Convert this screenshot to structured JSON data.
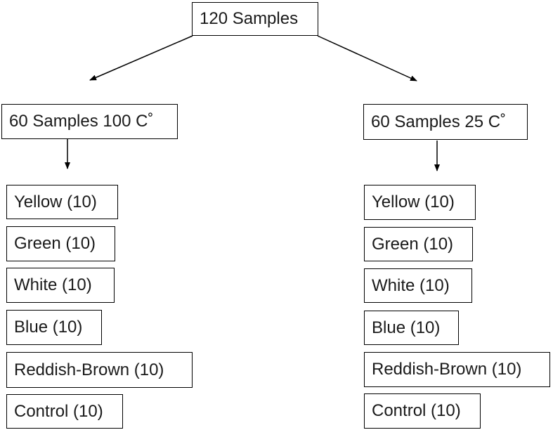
{
  "root": {
    "label": "120 Samples"
  },
  "branches": [
    {
      "label": "60 Samples 100 C˚",
      "items": [
        "Yellow (10)",
        "Green (10)",
        "White (10)",
        "Blue (10)",
        "Reddish-Brown (10)",
        "Control (10)"
      ]
    },
    {
      "label": "60 Samples 25 C˚",
      "items": [
        "Yellow (10)",
        "Green (10)",
        "White (10)",
        "Blue (10)",
        "Reddish-Brown (10)",
        "Control (10)"
      ]
    }
  ]
}
